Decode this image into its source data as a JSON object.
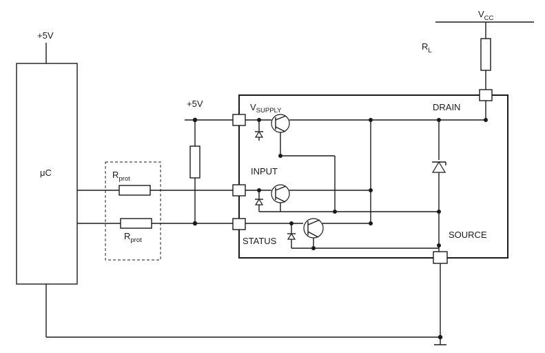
{
  "labels": {
    "vcc_main": "V",
    "vcc_sub": "CC",
    "rl_main": "R",
    "rl_sub": "L",
    "plus5v_uc": "+5V",
    "plus5v_supply": "+5V",
    "uc": "μC",
    "rprot_top_main": "R",
    "rprot_top_sub": "prot",
    "rprot_bottom_main": "R",
    "rprot_bottom_sub": "prot",
    "vsupply_main": "V",
    "vsupply_sub": "SUPPLY",
    "input": "INPUT",
    "status": "STATUS",
    "drain": "DRAIN",
    "source": "SOURCE"
  }
}
